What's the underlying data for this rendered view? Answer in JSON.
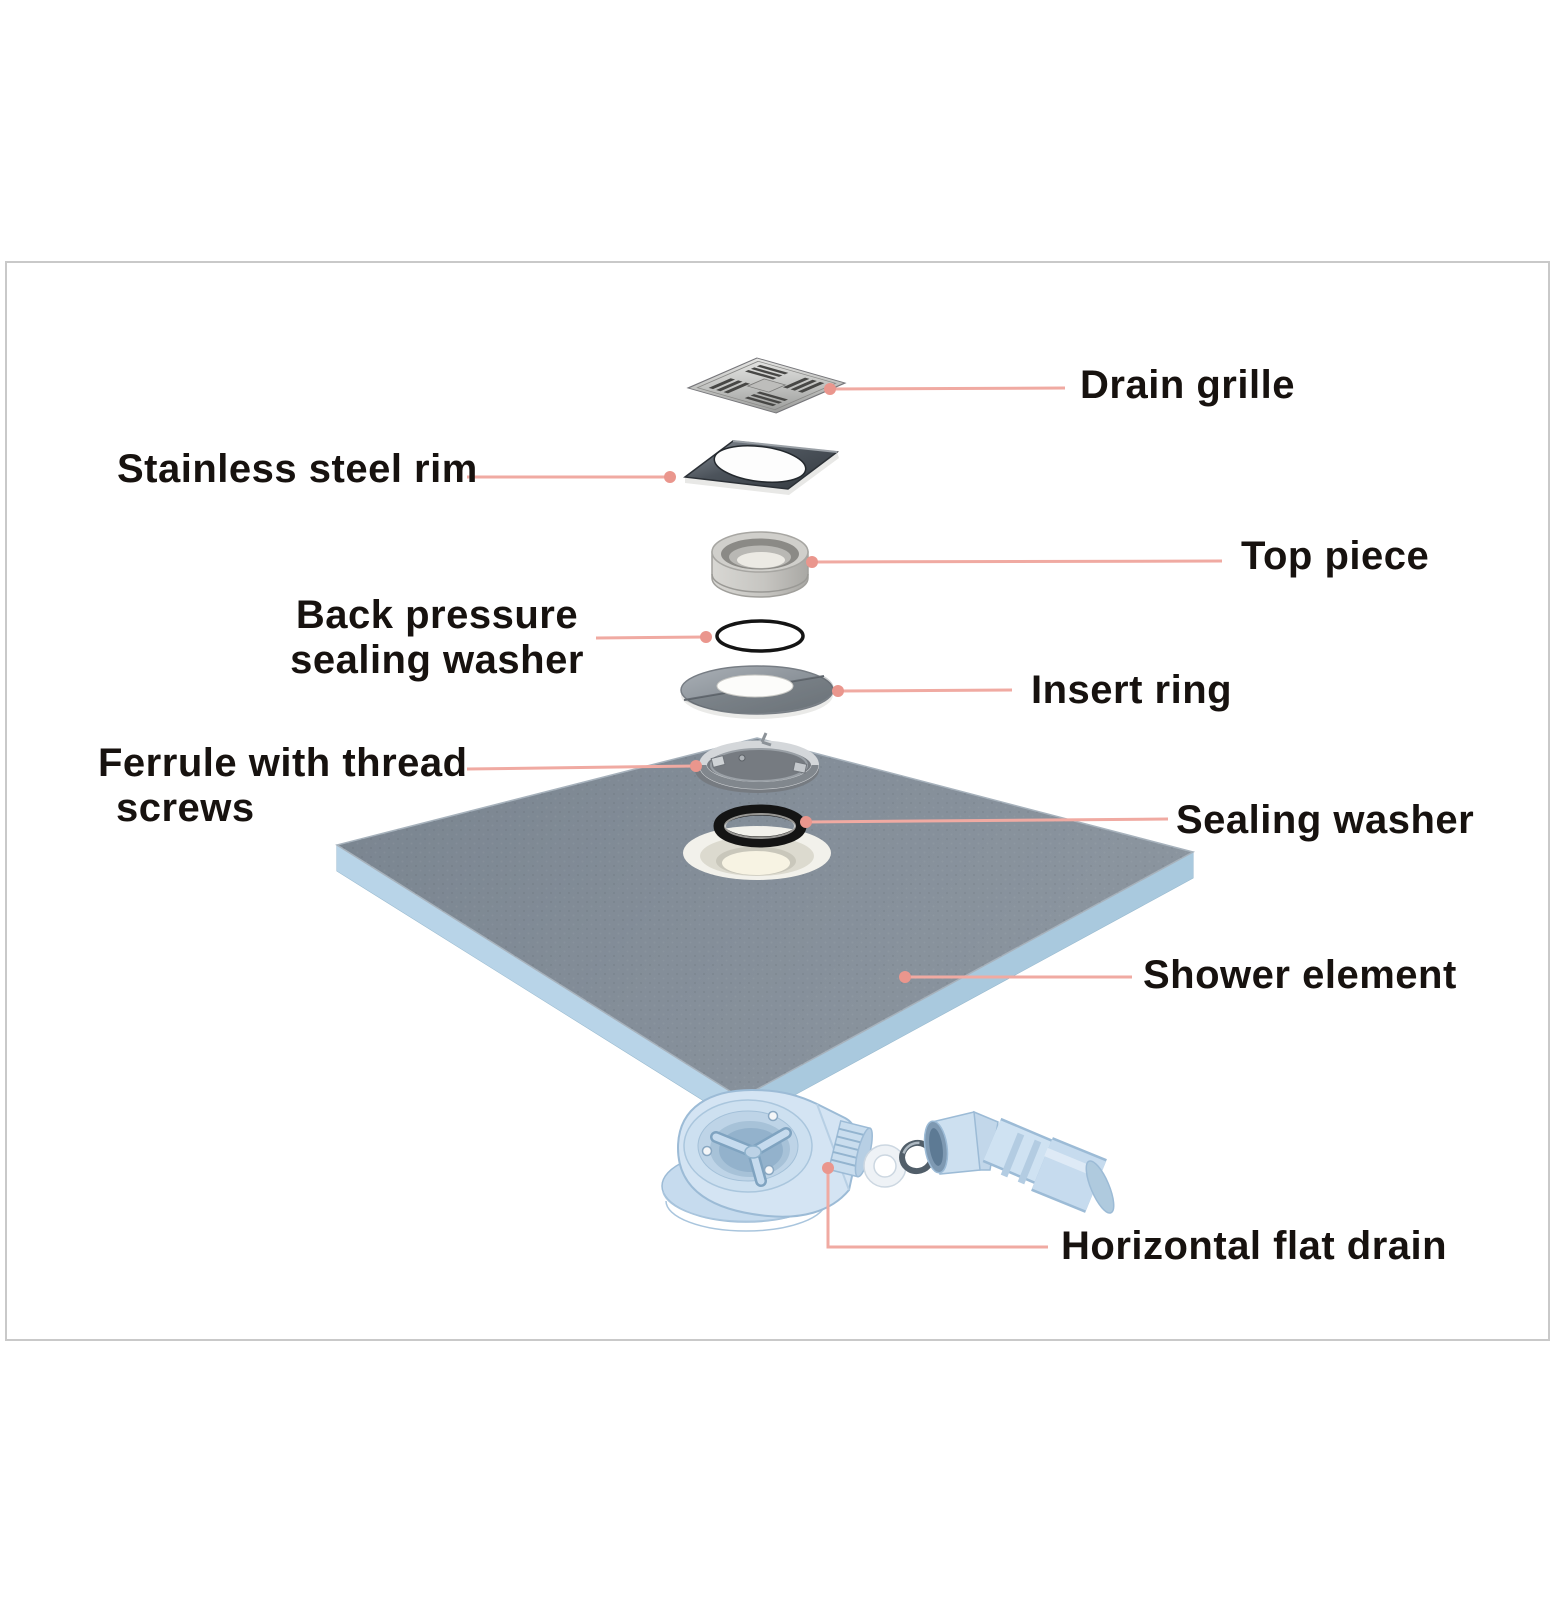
{
  "diagram": {
    "kind": "exploded-parts-diagram",
    "background_color": "#ffffff",
    "frame_border_color": "#c9c9c9",
    "label_text_color": "#17120f",
    "leader_line_color": "#f0aaa2",
    "leader_dot_color": "#ea968d",
    "board_top_color": "#828c96",
    "board_edge_color": "#b3d0e4",
    "drain_plastic_color": "#d4e4f3",
    "parts": [
      {
        "id": "drain-grille",
        "label": "Drain grille",
        "label_side": "right"
      },
      {
        "id": "stainless-steel-rim",
        "label": "Stainless steel rim",
        "label_side": "left"
      },
      {
        "id": "top-piece",
        "label": "Top piece",
        "label_side": "right"
      },
      {
        "id": "back-pressure-sealing-washer",
        "line1": "Back pressure",
        "line2": "sealing washer",
        "label_side": "left"
      },
      {
        "id": "insert-ring",
        "label": "Insert ring",
        "label_side": "right"
      },
      {
        "id": "ferrule-with-thread-screws",
        "line1": "Ferrule with thread",
        "line2": "screws",
        "label_side": "left"
      },
      {
        "id": "sealing-washer",
        "label": "Sealing washer",
        "label_side": "right"
      },
      {
        "id": "shower-element",
        "label": "Shower element",
        "label_side": "right"
      },
      {
        "id": "horizontal-flat-drain",
        "label": "Horizontal flat drain",
        "label_side": "right"
      }
    ]
  }
}
